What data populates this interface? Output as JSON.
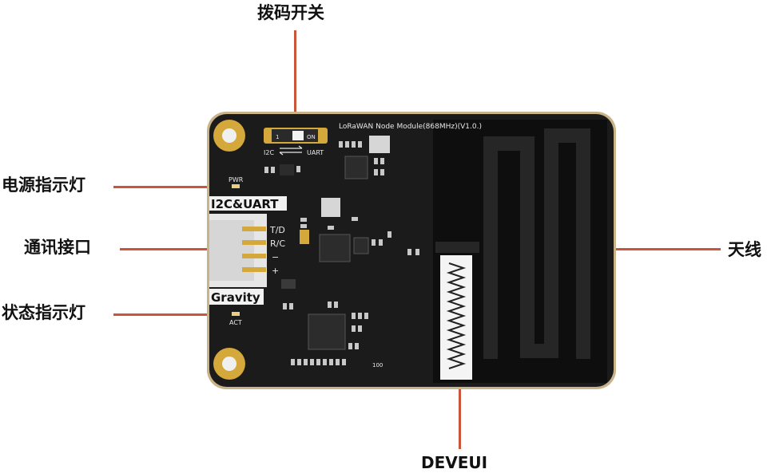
{
  "callouts": {
    "dip_switch": "拨码开关",
    "power_led": "电源指示灯",
    "interface": "通讯接口",
    "status_led": "状态指示灯",
    "antenna": "天线",
    "deveui": "DEVEUI"
  },
  "board": {
    "title": "LoRaWAN Node Module(868MHz)(V1.0.)",
    "switch_i2c": "I2C",
    "switch_uart": "UART",
    "switch_on": "ON",
    "switch_one": "1",
    "pwr": "PWR",
    "act": "ACT",
    "i2c_uart": "I2C&UART",
    "gravity": "Gravity",
    "pin_td": "T/D",
    "pin_rc": "R/C",
    "pin_minus": "−",
    "pin_plus": "+",
    "code": "100"
  },
  "colors": {
    "pcb": "#1b1b1b",
    "pcb_edge": "#c9b48a",
    "gold": "#d4a83a",
    "callout_line": "#c9553a",
    "connector": "#e6e6e6"
  }
}
